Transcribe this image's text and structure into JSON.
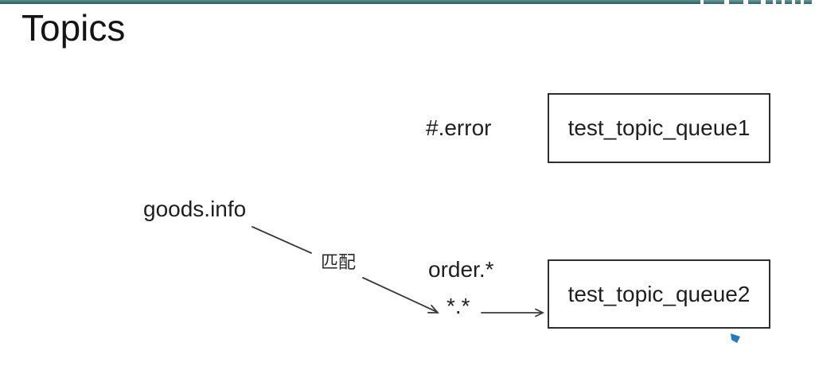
{
  "slide": {
    "title": "Topics",
    "topbar_color": "#2b6968"
  },
  "diagram": {
    "source_key": "goods.info",
    "match_label": "匹配",
    "bindings": [
      {
        "pattern": "#.error",
        "queue": "test_topic_queue1"
      },
      {
        "pattern": "order.*",
        "queue": "test_topic_queue2"
      },
      {
        "pattern": "*.*",
        "queue": "test_topic_queue2"
      }
    ],
    "arrow_color": "#3a3a3a"
  },
  "cursor": {
    "color": "#1e7dc0"
  }
}
